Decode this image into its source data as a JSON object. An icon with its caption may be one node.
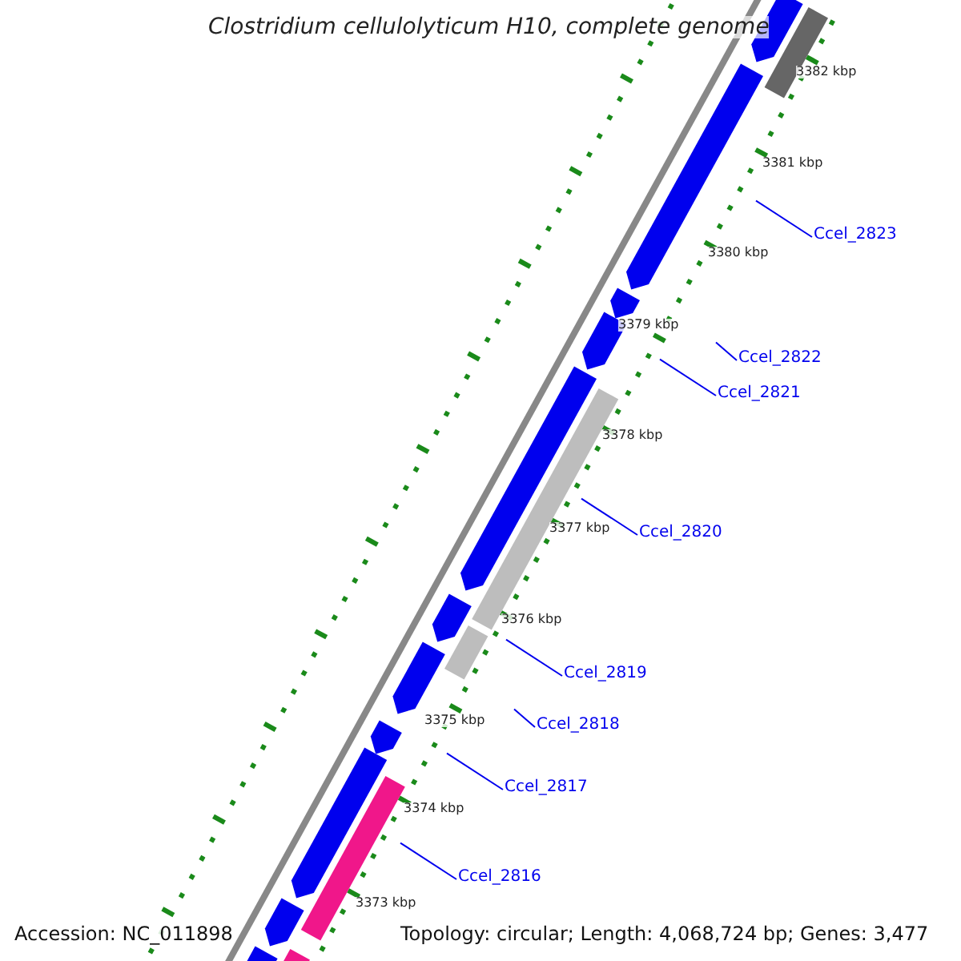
{
  "diagram": {
    "title": "Clostridium cellulolyticum H10, complete genome",
    "nodes": [
      {
        "text": [
          "Ccel_2823"
        ]
      },
      {
        "text": [
          "Ccel_2822"
        ]
      },
      {
        "text": [
          "Ccel_2821"
        ]
      },
      {
        "text": [
          "Ccel_2820"
        ]
      },
      {
        "text": [
          "Ccel_2819"
        ]
      },
      {
        "text": [
          "Ccel_2818"
        ]
      },
      {
        "text": [
          "Ccel_2817"
        ]
      },
      {
        "text": [
          "Ccel_2816"
        ]
      }
    ],
    "edges": [
      {
        "from": 0,
        "to": null,
        "arrow": "none"
      },
      {
        "from": 1,
        "to": null,
        "arrow": "none"
      },
      {
        "from": 2,
        "to": null,
        "arrow": "none"
      },
      {
        "from": 3,
        "to": null,
        "arrow": "none"
      },
      {
        "from": 4,
        "to": null,
        "arrow": "none"
      },
      {
        "from": 5,
        "to": null,
        "arrow": "none"
      },
      {
        "from": 6,
        "to": null,
        "arrow": "none"
      },
      {
        "from": 7,
        "to": null,
        "arrow": "none"
      }
    ],
    "labels": [
      "3382 kbp",
      "3381 kbp",
      "3380 kbp",
      "3379 kbp",
      "3378 kbp",
      "3377 kbp",
      "3376 kbp",
      "3375 kbp",
      "3374 kbp",
      "3373 kbp",
      "Accession: NC_011898",
      "Topology: circular; Length: 4,068,724 bp; Genes: 3,477"
    ]
  }
}
